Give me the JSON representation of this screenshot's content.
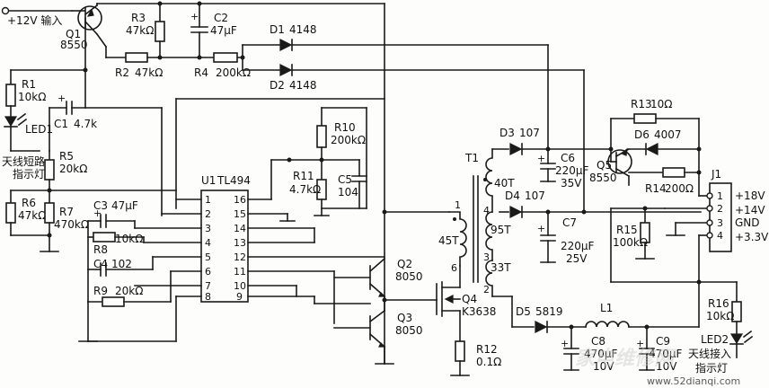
{
  "labels": {
    "input": "+12V 输入",
    "q1": "Q1",
    "q1v": "8550",
    "r3": "R3",
    "r3v": "47kΩ",
    "c2": "C2",
    "c2v": "47μF",
    "d1": "D1",
    "d1v": "4148",
    "r2": "R2",
    "r2v": "47kΩ",
    "r4": "R4",
    "r4v": "200kΩ",
    "d2": "D2",
    "d2v": "4148",
    "r1": "R1",
    "r1v": "10kΩ",
    "led1": "LED1",
    "c1": "C1",
    "c1v": "4.7k",
    "r5": "R5",
    "r5v": "20kΩ",
    "ant_short_1": "天线短路",
    "ant_short_2": "指示灯",
    "r6": "R6",
    "r6v": "47kΩ",
    "r7": "R7",
    "r7v": "470kΩ",
    "r10": "R10",
    "r10v": "200kΩ",
    "r11": "R11",
    "r11v": "4.7kΩ",
    "c5": "C5",
    "c5v": "104",
    "u1": "U1",
    "u1v": "TL494",
    "c3": "C3",
    "c3v": "47μF",
    "r8": "R8",
    "r8v": "10kΩ",
    "c4": "C4",
    "c4v": "102",
    "r9": "R9",
    "r9v": "20kΩ",
    "t1": "T1",
    "t40": "40T",
    "t45": "45T",
    "t95": "95T",
    "t33": "33T",
    "d3": "D3",
    "d3v": "107",
    "c6": "C6",
    "c6v1": "220μF",
    "c6v2": "35V",
    "d4": "D4",
    "d4v": "107",
    "c7": "C7",
    "c7v1": "220μF",
    "c7v2": "25V",
    "r13": "R13",
    "r13v": "10Ω",
    "d6": "D6",
    "d6v": "4007",
    "q5": "Q5",
    "q5v": "8550",
    "r14": "R14",
    "r14v": "200Ω",
    "j1": "J1",
    "j1p1": "+18V",
    "j1p2": "+14V",
    "j1p3": "GND",
    "j1p4": "+3.3V",
    "r15": "R15",
    "r15v": "100kΩ",
    "q2": "Q2",
    "q2v": "8050",
    "q3": "Q3",
    "q3v": "8050",
    "q4": "Q4",
    "q4v": "K3638",
    "r12": "R12",
    "r12v": "0.1Ω",
    "d5": "D5",
    "d5v": "5819",
    "l1": "L1",
    "c8": "C8",
    "c8v1": "470μF",
    "c8v2": "10V",
    "c9": "C9",
    "c9v1": "470μF",
    "c9v2": "10V",
    "r16": "R16",
    "r16v": "10kΩ",
    "led2": "LED2",
    "ant_in_1": "天线接入",
    "ant_in_2": "指示灯",
    "wm1": "家电维修网",
    "wm2": "www.52dianqi.com"
  },
  "pins": {
    "p1": "1",
    "p2": "2",
    "p3": "3",
    "p4": "4",
    "p5": "5",
    "p6": "6",
    "p7": "7",
    "p8": "8",
    "p9": "9",
    "p10": "10",
    "p11": "11",
    "p12": "12",
    "p13": "13",
    "p14": "14",
    "p15": "15",
    "p16": "16",
    "t1": "1",
    "t4": "4",
    "t3": "3",
    "t2": "2",
    "t6": "6",
    "j1": "1",
    "j2": "2",
    "j3": "3",
    "j4": "4"
  }
}
